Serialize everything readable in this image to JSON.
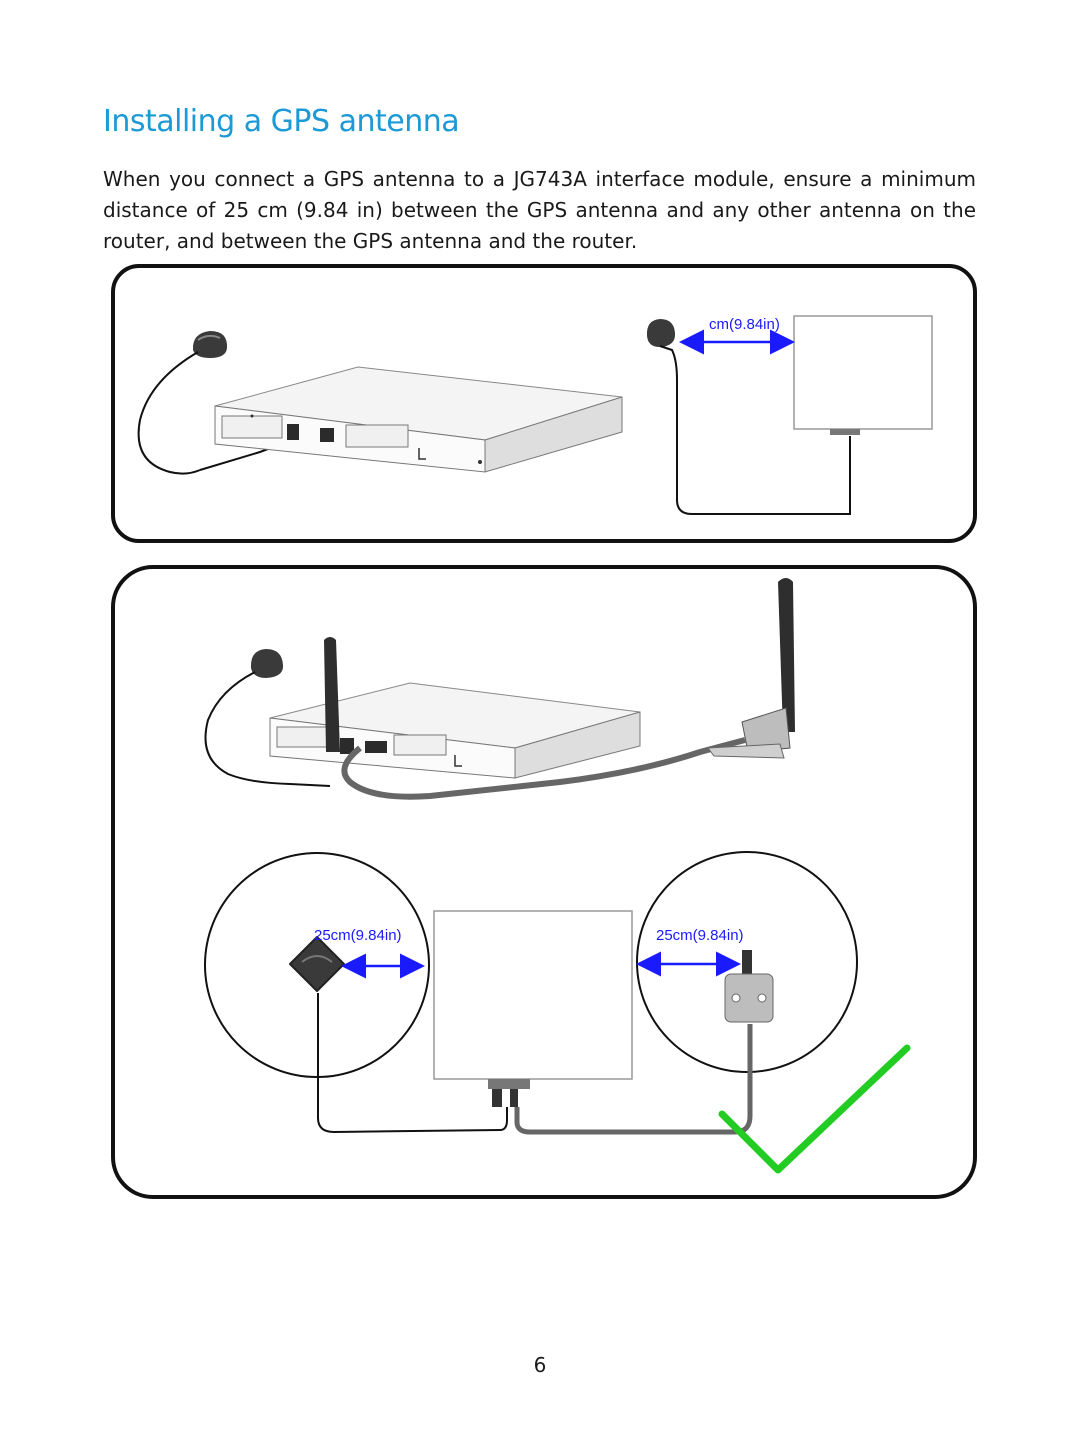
{
  "section": {
    "title": "Installing a GPS antenna",
    "body": "When you connect a GPS antenna to a JG743A interface module, ensure a minimum distance of 25 cm (9.84 in) between the GPS antenna and any other antenna on the router, and between the GPS antenna and the router."
  },
  "figure": {
    "top_panel_label": "cm(9.84in)",
    "left_circle_label": "25cm(9.84in)",
    "right_circle_label": "25cm(9.84in)",
    "check_color": "#22cc22",
    "dimension_color": "#1a1aff"
  },
  "page_number": "6"
}
